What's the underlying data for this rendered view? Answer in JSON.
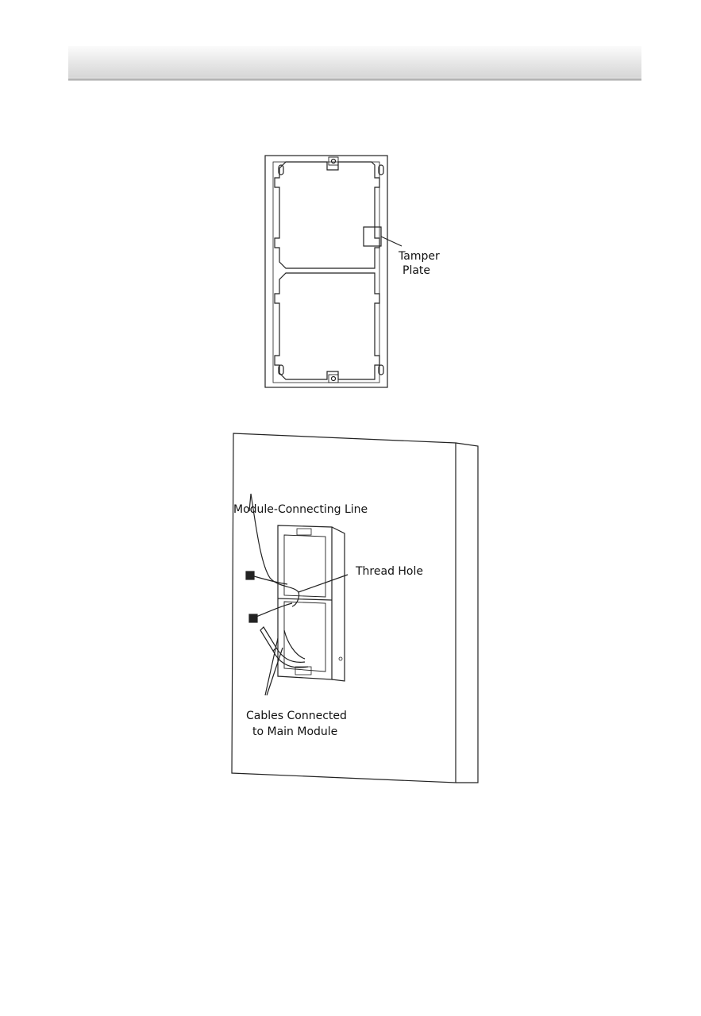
{
  "figure1": {
    "labels": {
      "tamper_line1": "Tamper",
      "tamper_line2": "Plate"
    }
  },
  "figure2": {
    "labels": {
      "module_line": "Module-Connecting Line",
      "thread_hole": "Thread Hole",
      "cables_line1": "Cables Connected",
      "cables_line2": "to Main Module"
    }
  }
}
